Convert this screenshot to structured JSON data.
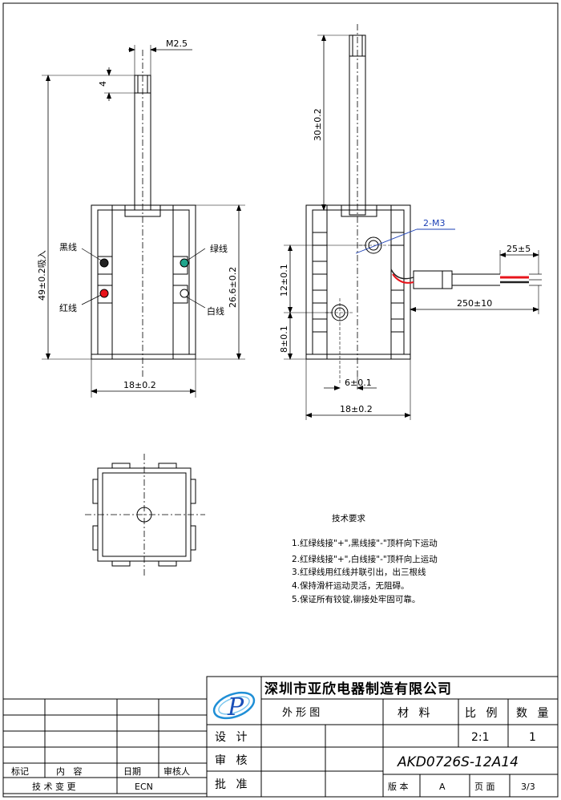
{
  "front_view": {
    "thread_label": "M2.5",
    "thread_length": "4",
    "height_label": "49±0.2吸入",
    "body_height": "26.6±0.2",
    "width_label": "18±0.2",
    "wires": {
      "black": "黑线",
      "red": "红线",
      "green": "绿线",
      "white": "白线"
    },
    "colors": {
      "black": "#222222",
      "red": "#e8141b",
      "green": "#1fa58c",
      "white": "#ffffff"
    }
  },
  "side_view": {
    "shaft_length": "30±0.2",
    "hole_label": "2-M3",
    "hole_spacing": "12±0.1",
    "hole_offset": "8±0.1",
    "lead_short": "25±5",
    "lead_length": "250±10",
    "hole_x": "6±0.1",
    "width_label": "18±0.2"
  },
  "notes": {
    "title": "技术要求",
    "items": [
      "1.红绿线接\"+\",黑线接\"-\"顶杆向下运动",
      "2.红绿线接\"+\",白线接\"-\"顶杆向上运动",
      "3.红绿线用红线并联引出，出三根线",
      "4.保持滑杆运动灵活，无阻碍。",
      "5.保证所有铰锭,铆接处牢固可靠。"
    ]
  },
  "title_block": {
    "company": "深圳市亚欣电器制造有限公司",
    "drawing_type": "外 形 图",
    "material": "材 料",
    "scale_label": "比 例",
    "quantity_label": "数 量",
    "design": "设 计",
    "review": "审 核",
    "approve": "批 准",
    "scale_value": "2:1",
    "quantity_value": "1",
    "model": "AKD0726S-12A14",
    "version_label": "版 本",
    "version_value": "A",
    "page_label": "页 面",
    "page_value": "3/3",
    "logo_letter": "P"
  },
  "revision_block": {
    "mark": "标记",
    "content": "内   容",
    "date": "日期",
    "reviewer": "审核人",
    "change": "技 术 变 更",
    "ecn": "ECN"
  }
}
